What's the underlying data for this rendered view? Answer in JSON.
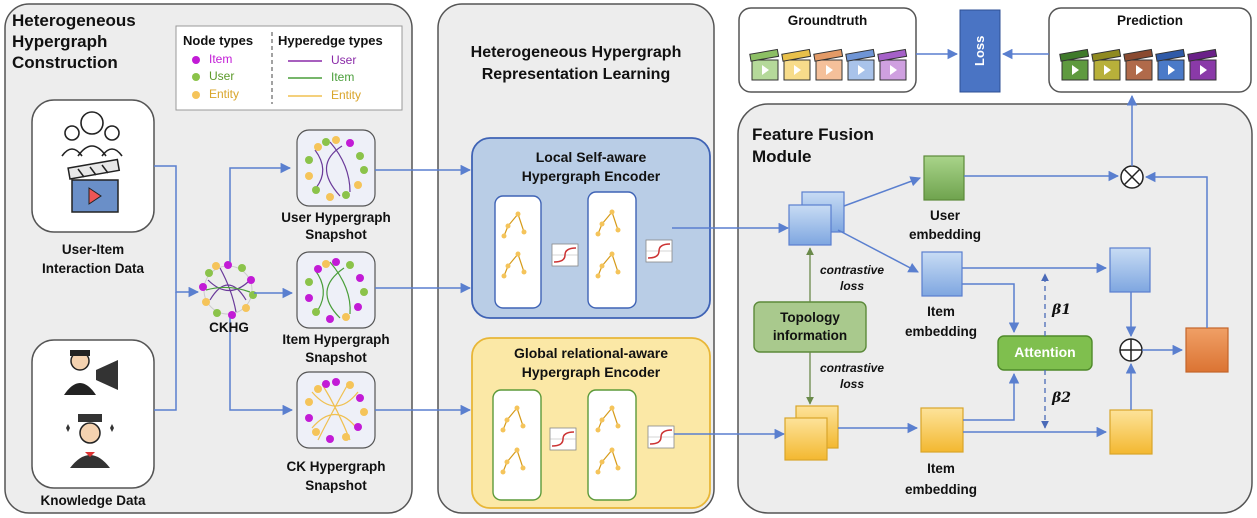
{
  "construction": {
    "title_line1": "Heterogeneous",
    "title_line2": "Hypergraph",
    "title_line3": "Construction",
    "ui_label_line1": "User-Item",
    "ui_label_line2": "Interaction Data",
    "kd_label": "Knowledge Data",
    "ckhg_label": "CKHG",
    "user_snapshot_line1": "User Hypergraph",
    "user_snapshot_line2": "Snapshot",
    "item_snapshot_line1": "Item Hypergraph",
    "item_snapshot_line2": "Snapshot",
    "ck_snapshot_line1": "CK Hypergraph",
    "ck_snapshot_line2": "Snapshot"
  },
  "legend": {
    "node_header": "Node types",
    "hyperedge_header": "Hyperedge types",
    "node_item": "Item",
    "node_user": "User",
    "node_entity": "Entity",
    "edge_user": "User",
    "edge_item": "Item",
    "edge_entity": "Entity"
  },
  "representation": {
    "title_line1": "Heterogeneous Hypergraph",
    "title_line2": "Representation Learning",
    "local_line1": "Local Self-aware",
    "local_line2": "Hypergraph Encoder",
    "global_line1": "Global relational-aware",
    "global_line2": "Hypergraph Encoder"
  },
  "top": {
    "groundtruth": "Groundtruth",
    "prediction": "Prediction",
    "loss": "Loss"
  },
  "fusion": {
    "title_line1": "Feature Fusion",
    "title_line2": "Module",
    "user_emb_line1": "User",
    "user_emb_line2": "embedding",
    "item_emb_line1": "Item",
    "item_emb_line2": "embedding",
    "item_emb2_line1": "Item",
    "item_emb2_line2": "embedding",
    "contrastive1_line1": "contrastive",
    "contrastive1_line2": "loss",
    "contrastive2_line1": "contrastive",
    "contrastive2_line2": "loss",
    "topology_line1": "Topology",
    "topology_line2": "information",
    "attention": "Attention",
    "beta1": "β1",
    "beta2": "β2"
  },
  "colors": {
    "panel_bg": "#ededed",
    "blue_encoder": "#b9cde6",
    "yellow_encoder": "#fbe8a6",
    "blue_square": "#8fb3e3",
    "green_square": "#8cba6e",
    "yellow_square": "#f6c54c",
    "orange_square": "#e58b4a",
    "attention_green": "#7fbf4e",
    "arrow_blue": "#5a7fcf",
    "loss_blue": "#4a74c4",
    "item_purple": "#c21bd6",
    "user_green": "#8bc34a",
    "entity_yellow": "#f5c45a"
  }
}
